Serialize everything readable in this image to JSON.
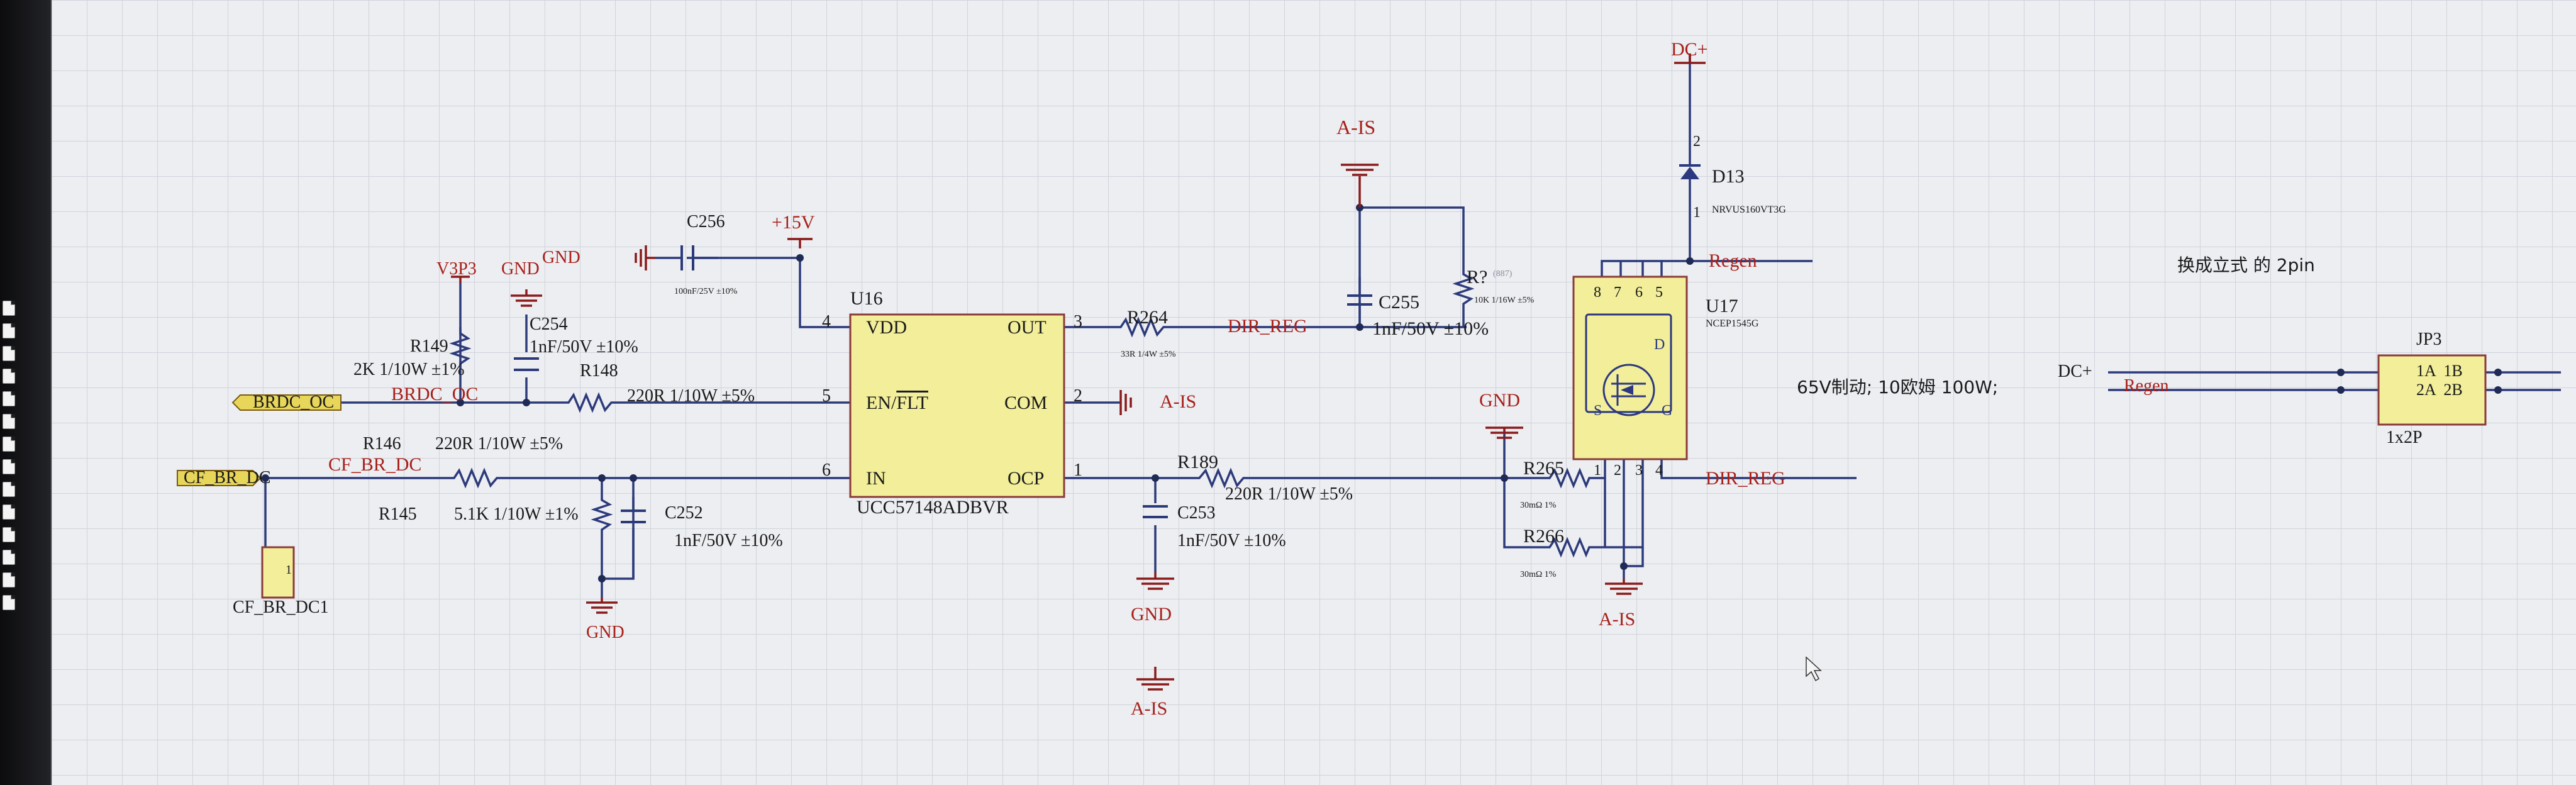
{
  "left_panel": {
    "icon_count": 14
  },
  "nets": {
    "v3p3": "V3P3",
    "gnd": "GND",
    "p15v": "+15V",
    "ais": "A-IS",
    "dcplus": "DC+",
    "regen": "Regen",
    "dir_reg": "DIR_REG",
    "brdc_oc": "BRDC_OC",
    "cf_br_dc": "CF_BR_DC",
    "gnd_left": "GND"
  },
  "u16": {
    "ref": "U16",
    "part": "UCC57148ADBVR",
    "pins": {
      "vdd": "VDD",
      "en": "EN/FLT",
      "in": "IN",
      "out": "OUT",
      "com": "COM",
      "ocp": "OCP",
      "n4": "4",
      "n5": "5",
      "n6": "6",
      "n3": "3",
      "n2": "2",
      "n1": "1"
    }
  },
  "u17": {
    "ref": "U17",
    "part": "NCEP1545G",
    "pins": {
      "d": "D",
      "s": "S",
      "g": "G",
      "n8": "8",
      "n7": "7",
      "n6": "6",
      "n5": "5",
      "n1": "1",
      "n2": "2",
      "n3": "3",
      "n4": "4"
    }
  },
  "d13": {
    "ref": "D13",
    "part": "NRVUS160VT3G",
    "p2": "2",
    "p1": "1"
  },
  "jp3": {
    "ref": "JP3",
    "part": "1x2P",
    "r1": "1A  1B",
    "r2": "2A  2B"
  },
  "components": {
    "c256": {
      "ref": "C256",
      "val": "100nF/25V ±10%"
    },
    "r149": {
      "ref": "R149",
      "val": "2K 1/10W ±1%"
    },
    "c254": {
      "ref": "C254",
      "val": "1nF/50V ±10%"
    },
    "r148": {
      "ref": "R148",
      "val": "220R 1/10W ±5%"
    },
    "r146": {
      "ref": "R146",
      "val": "220R 1/10W ±5%"
    },
    "r145": {
      "ref": "R145",
      "val": "5.1K 1/10W ±1%"
    },
    "c252": {
      "ref": "C252",
      "val": "1nF/50V ±10%"
    },
    "r264": {
      "ref": "R264",
      "val": "33R 1/4W ±5%"
    },
    "c255": {
      "ref": "C255",
      "val": "1nF/50V ±10%"
    },
    "rq": {
      "ref": "R?",
      "sub": "(887)",
      "val": "10K 1/16W ±5%"
    },
    "r189": {
      "ref": "R189",
      "val": "220R 1/10W ±5%"
    },
    "c253": {
      "ref": "C253",
      "val": "1nF/50V ±10%"
    },
    "r265": {
      "ref": "R265",
      "val": "30mΩ 1%"
    },
    "r266": {
      "ref": "R266",
      "val": "30mΩ 1%"
    },
    "cf1": {
      "ref": "CF_BR_DC1",
      "pin": "1"
    }
  },
  "notes": {
    "vertical": "换成立式 的 2pin",
    "brake": "65V制动; 10欧姆 100W;"
  },
  "colors": {
    "wire": "#2d3a7a",
    "power": "#a8201a",
    "ic_fill": "#f2ee9a"
  }
}
